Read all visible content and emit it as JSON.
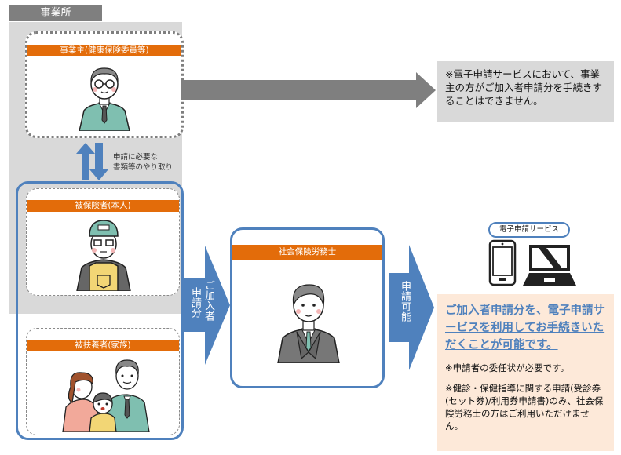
{
  "office": {
    "tab_label": "事業所"
  },
  "employer": {
    "label": "事業主(健康保険委員等)",
    "illustration": "employer-person-icon"
  },
  "exchange": {
    "line1": "申請に必要な",
    "line2": "書類等のやり取り",
    "icon": "up-down-arrows-icon"
  },
  "insured": {
    "label": "被保険者(本人)",
    "illustration": "insured-worker-icon"
  },
  "dependents": {
    "label": "被扶養者(家族)",
    "illustration": "family-icon"
  },
  "employer_note": {
    "text": "※電子申請サービスにおいて、事業主の方がご加入者申請分を手続きすることはできません。"
  },
  "arrow_subscriber": {
    "col1": "ご加入者",
    "col2": "申請分"
  },
  "sharoushi": {
    "label": "社会保険労務士",
    "illustration": "labor-consultant-icon"
  },
  "arrow_possible": {
    "text": "申請可能"
  },
  "eservice": {
    "label": "電子申請サービス",
    "devices": [
      "smartphone-icon",
      "laptop-icon"
    ]
  },
  "result_box": {
    "headline": "ご加入者申請分を、電子申請サービスを利用してお手続きいただくことが可能です。",
    "note1": "※申請者の委任状が必要です。",
    "note2": "※健診・保健指導に関する申請(受診券(セット券)/利用券申請書)のみ、社会保険労務士の方はご利用いただけません。"
  },
  "colors": {
    "orange_bar": "#e36c0a",
    "blue": "#4f81bd",
    "gray_arrow": "#7f7f7f",
    "gray_area": "#d9d9d9",
    "peach": "#fde9d9"
  }
}
